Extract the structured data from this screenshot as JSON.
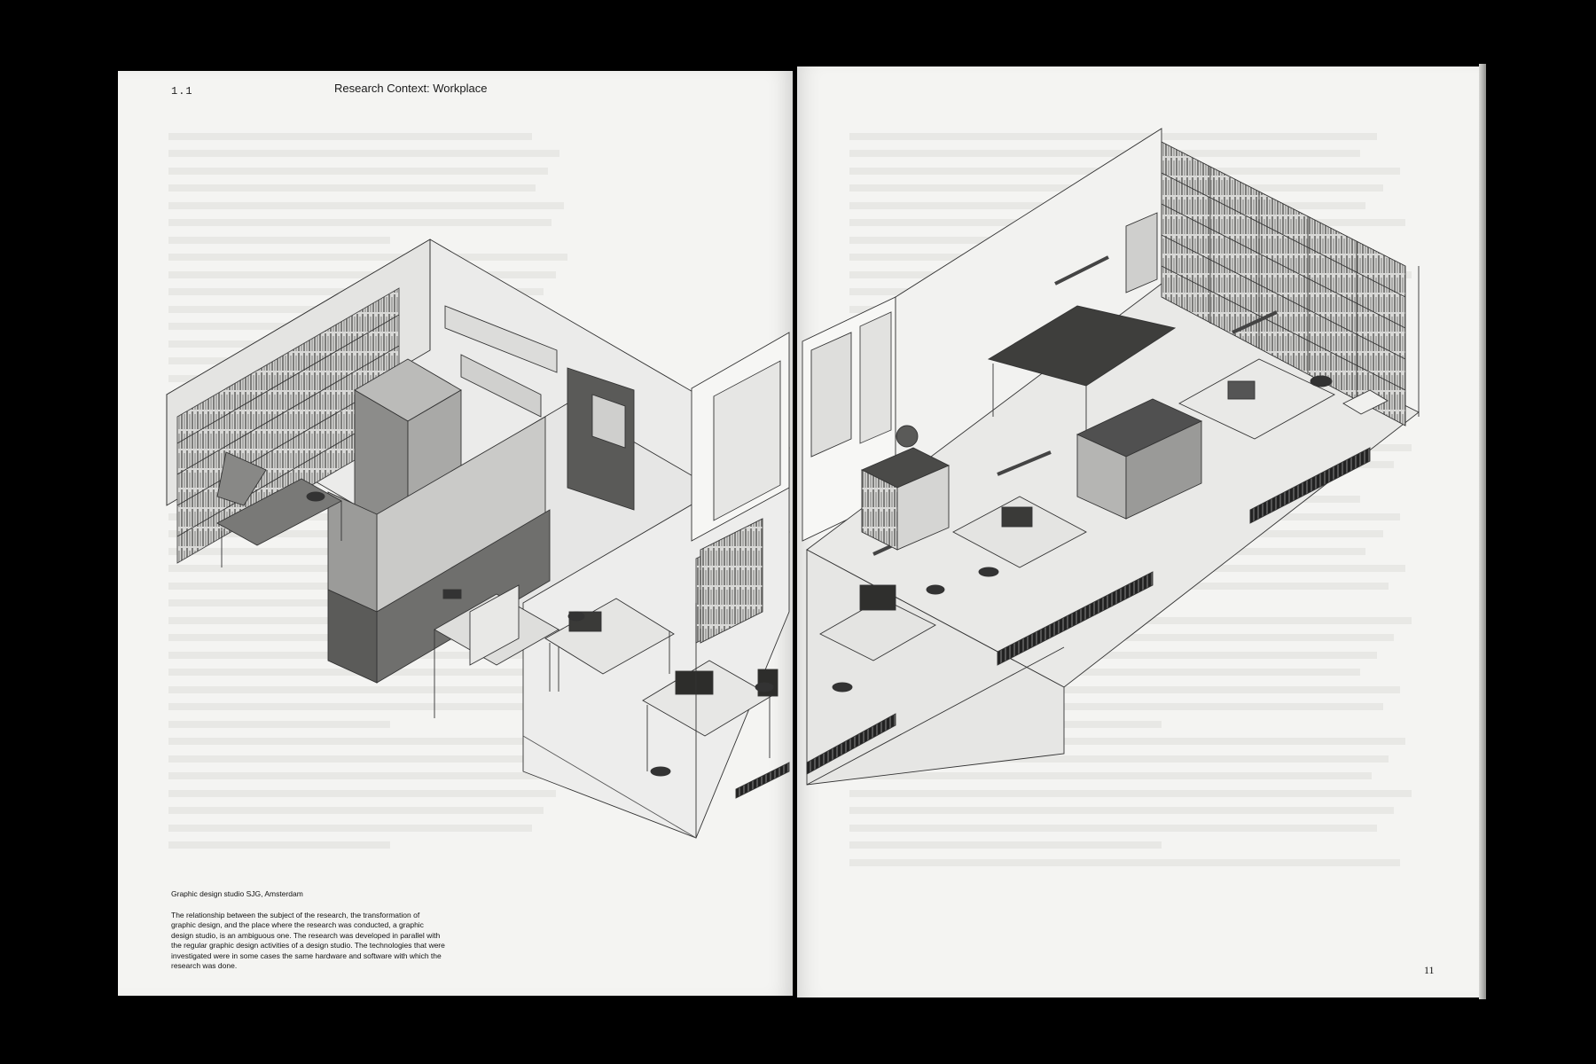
{
  "left_page": {
    "section_number": "1.1",
    "section_title": "Research Context: Workplace",
    "caption_title": "Graphic design studio SJG, Amsterdam",
    "caption_body": "The relationship between the subject of the research, the transformation of graphic design, and the place where the research was conducted, a graphic design studio, is an ambiguous one. The research was developed in parallel with the regular graphic design activities of a design studio. The technologies that were investigated were in some cases the same hardware and software with which the research was done."
  },
  "right_page": {
    "page_number": "11"
  },
  "illustration": {
    "subject": "isometric-studio-floorplan",
    "style": "grayscale line drawing"
  }
}
